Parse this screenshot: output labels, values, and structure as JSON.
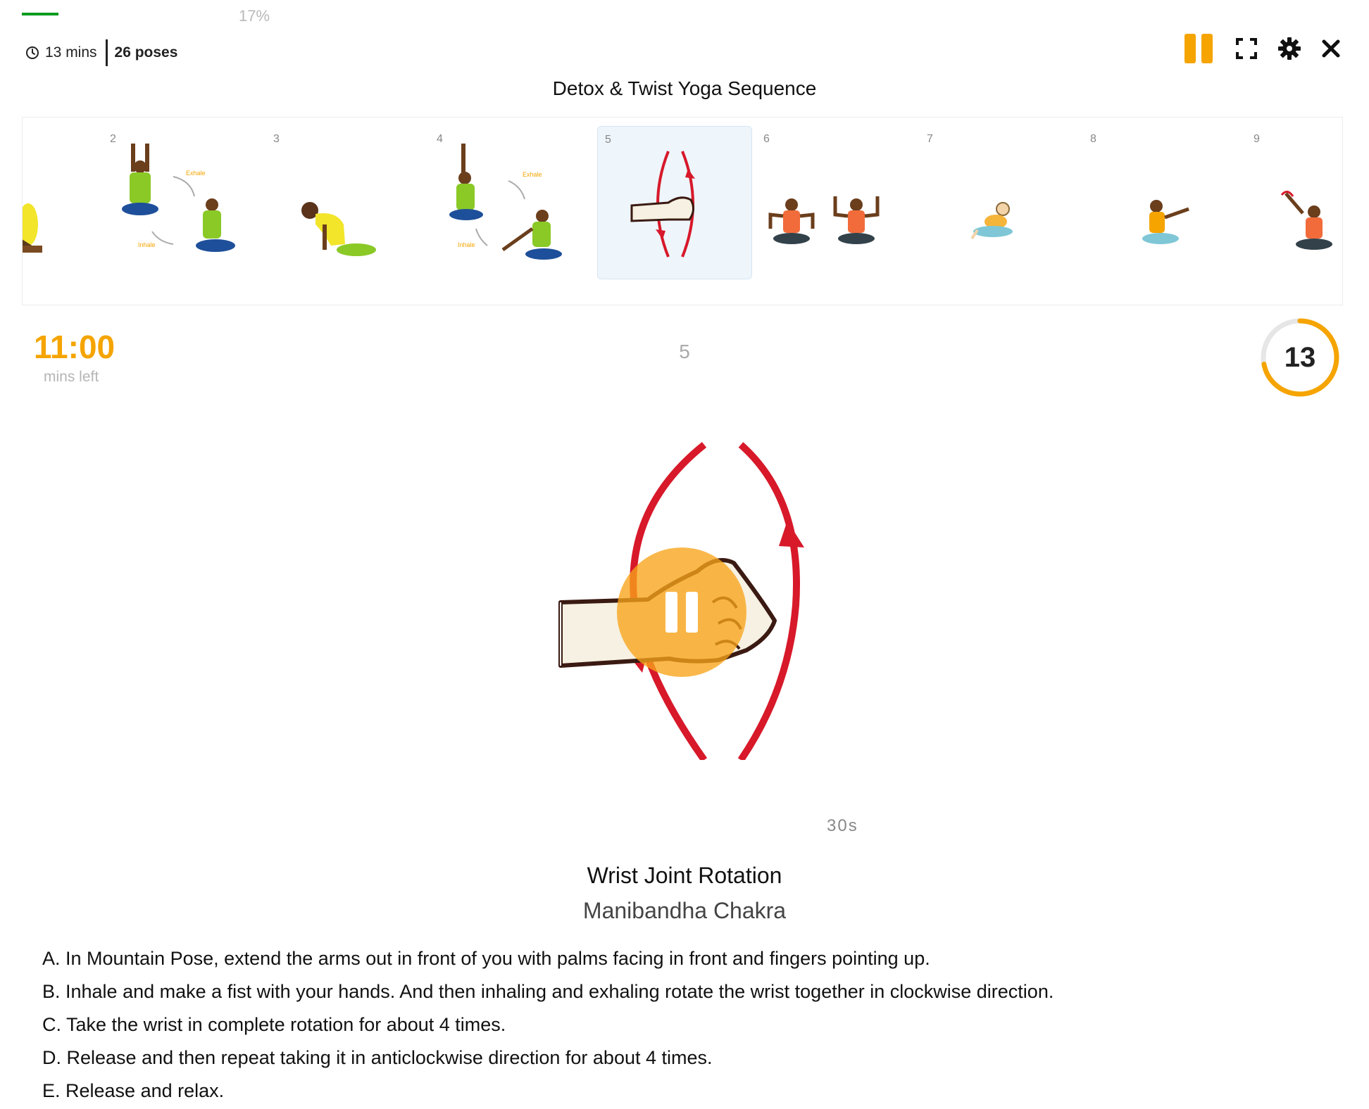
{
  "progress": {
    "label": "17%",
    "fraction": 0.17
  },
  "meta": {
    "duration": "13 mins",
    "poses": "26 poses"
  },
  "controls": {
    "pause_color": "#f5a400"
  },
  "sequence_title": "Detox & Twist Yoga Sequence",
  "carousel": {
    "items": [
      {
        "number": "",
        "name": "partial-pose"
      },
      {
        "number": "2",
        "name": "inhale-exhale-arm-raise"
      },
      {
        "number": "3",
        "name": "camel-pose"
      },
      {
        "number": "4",
        "name": "inhale-exhale-side-reach"
      },
      {
        "number": "5",
        "name": "wrist-joint-rotation",
        "active": true
      },
      {
        "number": "6",
        "name": "seated-arm-raise"
      },
      {
        "number": "7",
        "name": "seated-forward-stretch"
      },
      {
        "number": "8",
        "name": "seated-twist"
      },
      {
        "number": "9",
        "name": "shoulder-rotation"
      }
    ],
    "labels": {
      "exhale": "Exhale",
      "inhale": "Inhale"
    }
  },
  "status": {
    "time_left": "11:00",
    "time_left_label": "mins left",
    "pose_index": "5",
    "countdown": "13",
    "countdown_fraction": 0.72,
    "accent": "#f5a400"
  },
  "pose": {
    "duration": "30s",
    "name": "Wrist Joint Rotation",
    "sanskrit": "Manibandha Chakra",
    "steps": [
      "A. In Mountain Pose, extend the arms out in front of you with palms facing in front and fingers pointing up.",
      "B. Inhale and make a fist with your hands. And then inhaling and exhaling rotate the wrist together in clockwise direction.",
      "C. Take the wrist in complete rotation for about 4 times.",
      "D. Release and then repeat taking it in anticlockwise direction for about 4 times.",
      "E. Release and relax."
    ]
  }
}
